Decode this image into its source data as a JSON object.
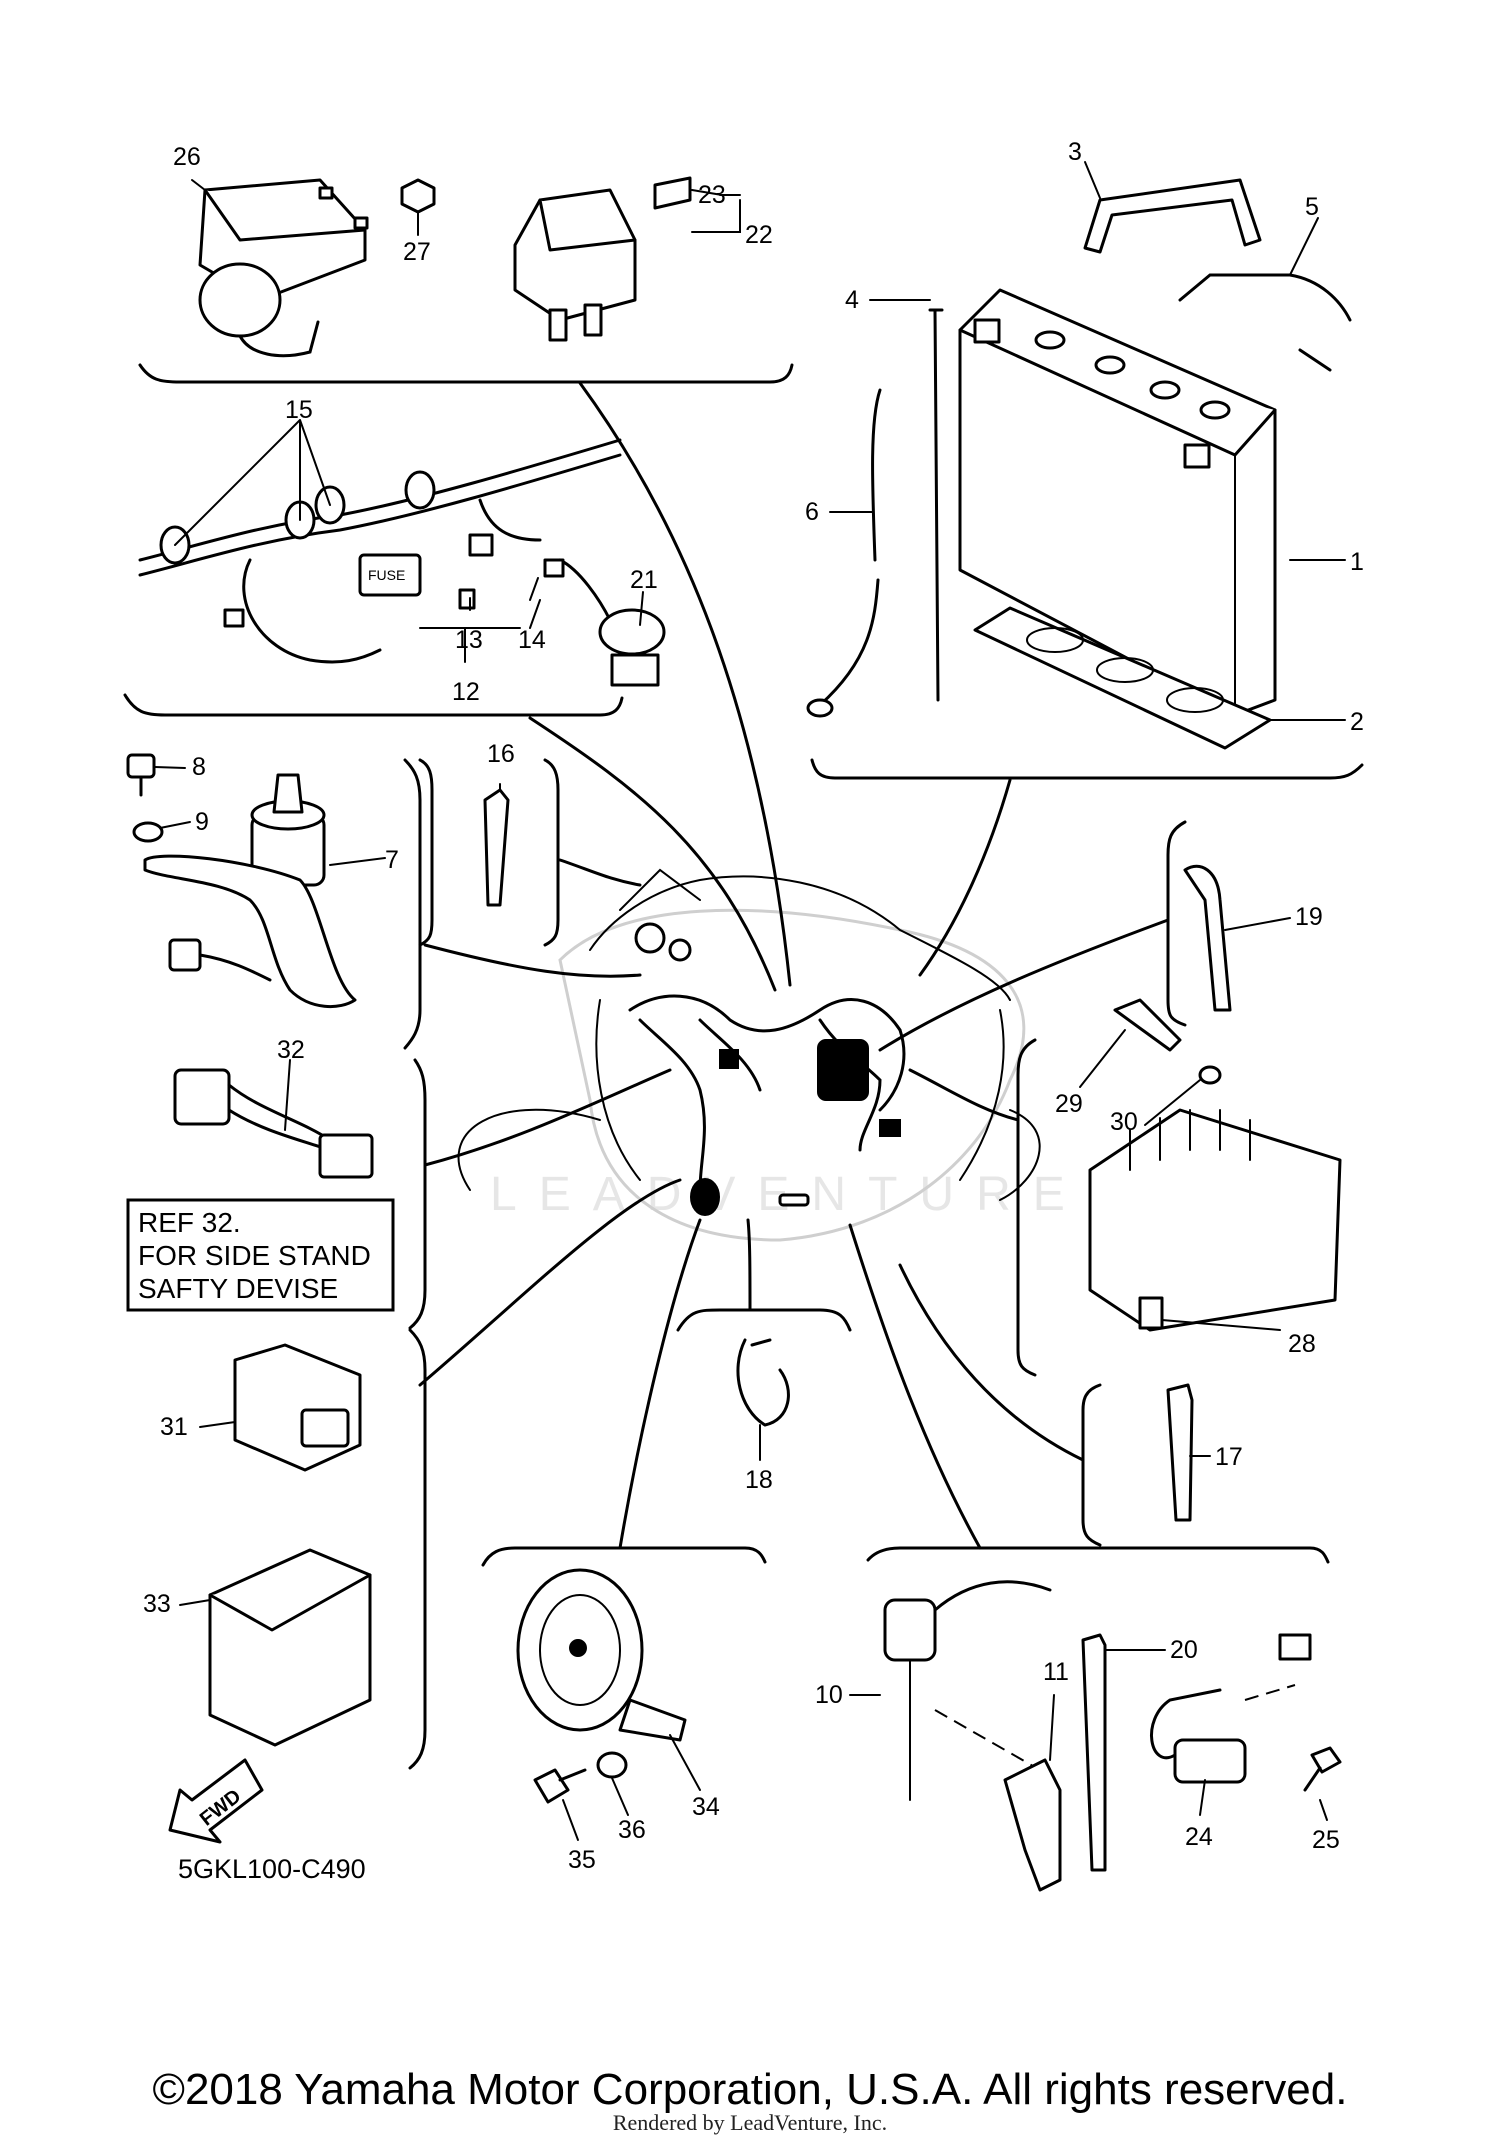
{
  "callouts": {
    "c1": "1",
    "c2": "2",
    "c3": "3",
    "c4": "4",
    "c5": "5",
    "c6": "6",
    "c7": "7",
    "c8": "8",
    "c9": "9",
    "c10": "10",
    "c11": "11",
    "c12": "12",
    "c13": "13",
    "c14": "14",
    "c15": "15",
    "c16": "16",
    "c17": "17",
    "c18": "18",
    "c19": "19",
    "c20": "20",
    "c21": "21",
    "c22": "22",
    "c23": "23",
    "c24": "24",
    "c25": "25",
    "c26": "26",
    "c27": "27",
    "c28": "28",
    "c29": "29",
    "c30": "30",
    "c31": "31",
    "c32": "32",
    "c33": "33",
    "c34": "34",
    "c35": "35",
    "c36": "36"
  },
  "fuse_label": "FUSE",
  "ref_note": {
    "line1": "REF 32.",
    "line2": "FOR SIDE STAND",
    "line3": "SAFTY DEVISE"
  },
  "fwd_label": "FWD",
  "drawing_code": "5GKL100-C490",
  "watermark": "LEADVENTURE",
  "copyright": "©2018 Yamaha Motor Corporation, U.S.A. All rights reserved.",
  "rendered_by": "Rendered by LeadVenture, Inc."
}
